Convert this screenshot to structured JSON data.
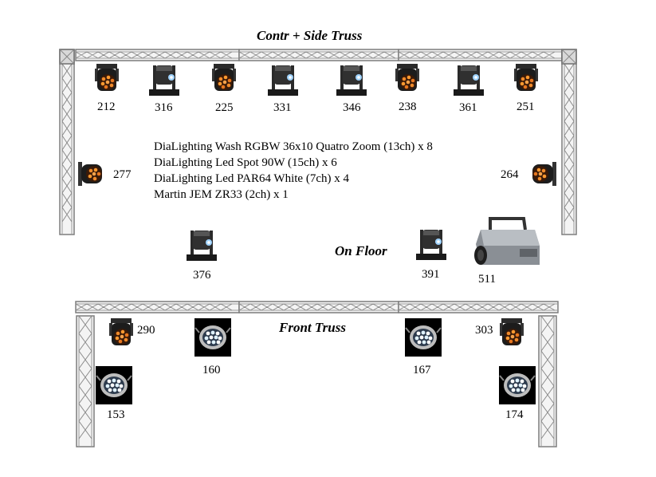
{
  "titles": {
    "top": "Contr + Side Truss",
    "floor": "On Floor",
    "front": "Front Truss"
  },
  "legend": [
    "DiaLighting Wash RGBW 36x10 Quatro Zoom (13ch) x 8",
    "DiaLighting Led Spot 90W (15ch) x 6",
    "DiaLighting Led PAR64 White (7ch) x 4",
    "Martin JEM ZR33 (2ch) x 1"
  ],
  "fixtures": {
    "top_row": [
      {
        "type": "wash",
        "address": "212"
      },
      {
        "type": "spot",
        "address": "316"
      },
      {
        "type": "wash",
        "address": "225"
      },
      {
        "type": "spot",
        "address": "331"
      },
      {
        "type": "spot",
        "address": "346"
      },
      {
        "type": "wash",
        "address": "238"
      },
      {
        "type": "spot",
        "address": "361"
      },
      {
        "type": "wash",
        "address": "251"
      }
    ],
    "side_left": {
      "type": "wash",
      "address": "277"
    },
    "side_right": {
      "type": "wash",
      "address": "264"
    },
    "floor_left": {
      "type": "spot",
      "address": "376"
    },
    "floor_right": {
      "type": "spot",
      "address": "391"
    },
    "fog": {
      "type": "fog-machine",
      "address": "511"
    },
    "front_row": [
      {
        "type": "wash",
        "address": "290"
      },
      {
        "type": "par",
        "address": "160"
      },
      {
        "type": "par",
        "address": "167"
      },
      {
        "type": "wash",
        "address": "303"
      }
    ],
    "front_low": [
      {
        "type": "par",
        "address": "153"
      },
      {
        "type": "par",
        "address": "174"
      }
    ]
  }
}
